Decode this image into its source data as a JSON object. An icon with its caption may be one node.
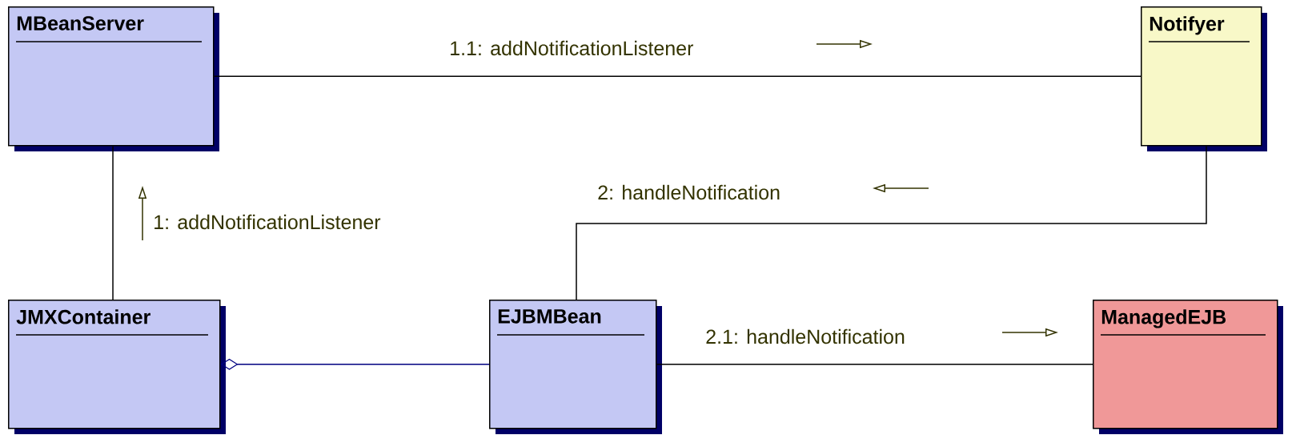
{
  "diagram": {
    "nodes": [
      {
        "text": [
          "MBeanServer"
        ]
      },
      {
        "text": [
          "Notifyer"
        ]
      },
      {
        "text": [
          "JMXContainer"
        ]
      },
      {
        "text": [
          "EJBMBean"
        ]
      },
      {
        "text": [
          "ManagedEJB"
        ]
      }
    ],
    "edges": [
      {
        "from": 0,
        "to": 1,
        "arrow": "none",
        "label": "1.1: addNotificationListener"
      },
      {
        "from": 2,
        "to": 0,
        "arrow": "none",
        "label": "1: addNotificationListener"
      },
      {
        "from": 1,
        "to": 3,
        "arrow": "none",
        "label": "2: handleNotification"
      },
      {
        "from": 2,
        "to": 3,
        "arrow": "other",
        "color": "#000080"
      },
      {
        "from": 3,
        "to": 4,
        "arrow": "none",
        "label": "2.1: handleNotification"
      }
    ]
  }
}
